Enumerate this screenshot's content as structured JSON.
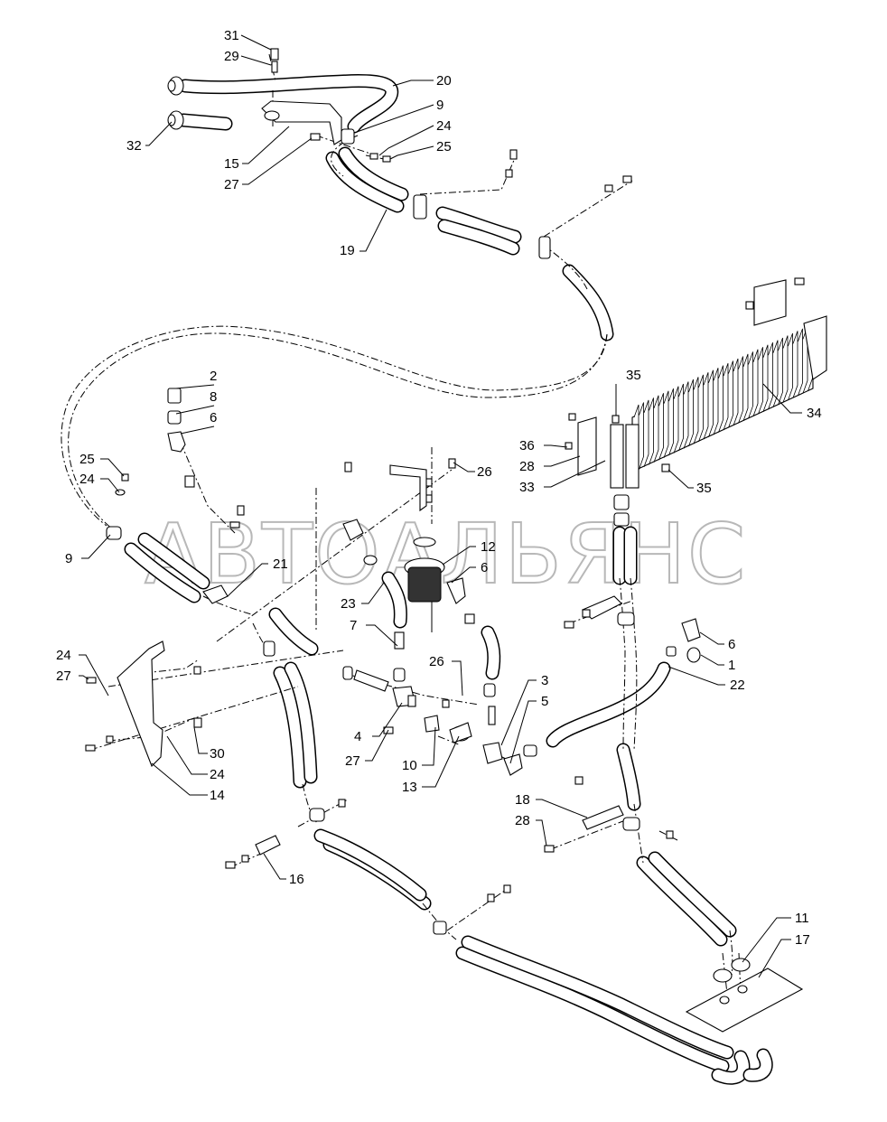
{
  "watermark": "АВТОАЛЬЯНС",
  "colors": {
    "line": "#000000",
    "watermark": "#b8b8b8",
    "background": "#ffffff"
  },
  "callouts": [
    {
      "text": "31"
    },
    {
      "text": "29"
    },
    {
      "text": "20"
    },
    {
      "text": "9"
    },
    {
      "text": "24"
    },
    {
      "text": "25"
    },
    {
      "text": "32"
    },
    {
      "text": "15"
    },
    {
      "text": "27"
    },
    {
      "text": "19"
    },
    {
      "text": "35"
    },
    {
      "text": "34"
    },
    {
      "text": "2"
    },
    {
      "text": "8"
    },
    {
      "text": "6"
    },
    {
      "text": "36"
    },
    {
      "text": "28"
    },
    {
      "text": "33"
    },
    {
      "text": "35"
    },
    {
      "text": "26"
    },
    {
      "text": "25"
    },
    {
      "text": "24"
    },
    {
      "text": "9"
    },
    {
      "text": "12"
    },
    {
      "text": "6"
    },
    {
      "text": "21"
    },
    {
      "text": "23"
    },
    {
      "text": "7"
    },
    {
      "text": "6"
    },
    {
      "text": "1"
    },
    {
      "text": "22"
    },
    {
      "text": "24"
    },
    {
      "text": "27"
    },
    {
      "text": "26"
    },
    {
      "text": "3"
    },
    {
      "text": "5"
    },
    {
      "text": "4"
    },
    {
      "text": "27"
    },
    {
      "text": "10"
    },
    {
      "text": "13"
    },
    {
      "text": "30"
    },
    {
      "text": "24"
    },
    {
      "text": "14"
    },
    {
      "text": "18"
    },
    {
      "text": "28"
    },
    {
      "text": "16"
    },
    {
      "text": "11"
    },
    {
      "text": "17"
    }
  ]
}
